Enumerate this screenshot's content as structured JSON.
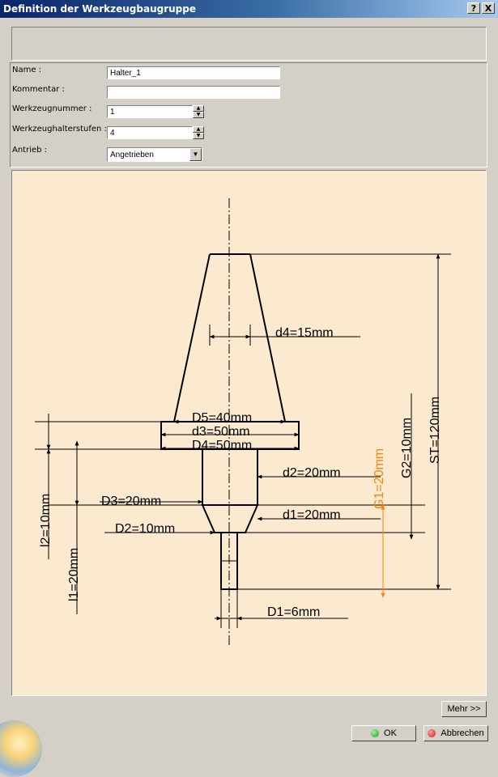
{
  "window": {
    "title": "Definition der Werkzeugbaugruppe",
    "help_button": "?",
    "close_button": "X"
  },
  "form": {
    "name_label": "Name :",
    "name_value": "Halter_1",
    "kommentar_label": "Kommentar :",
    "kommentar_value": "",
    "werkzeugnummer_label": "Werkzeugnummer :",
    "werkzeugnummer_value": "1",
    "werkzeughalterstufen_label": "Werkzeughalterstufen :",
    "werkzeughalterstufen_value": "4",
    "antrieb_label": "Antrieb :",
    "antrieb_value": "Angetrieben"
  },
  "diagram": {
    "labels": {
      "d4": "d4=15mm",
      "D5": "D5=40mm",
      "d3": "d3=50mm",
      "D4": "D4=50mm",
      "d2": "d2=20mm",
      "D3": "D3=20mm",
      "d1": "d1=20mm",
      "D2": "D2=10mm",
      "D1": "D1=6mm",
      "l2": "l2=10mm",
      "l1": "l1=20mm",
      "G2": "G2=10mm",
      "G1": "G1=20mm",
      "ST": "ST=120mm"
    },
    "colors": {
      "line": "#000000",
      "highlight": "#ff8000",
      "background": "#fbeacf"
    }
  },
  "buttons": {
    "mehr": "Mehr >>",
    "ok": "OK",
    "abbrechen": "Abbrechen"
  }
}
